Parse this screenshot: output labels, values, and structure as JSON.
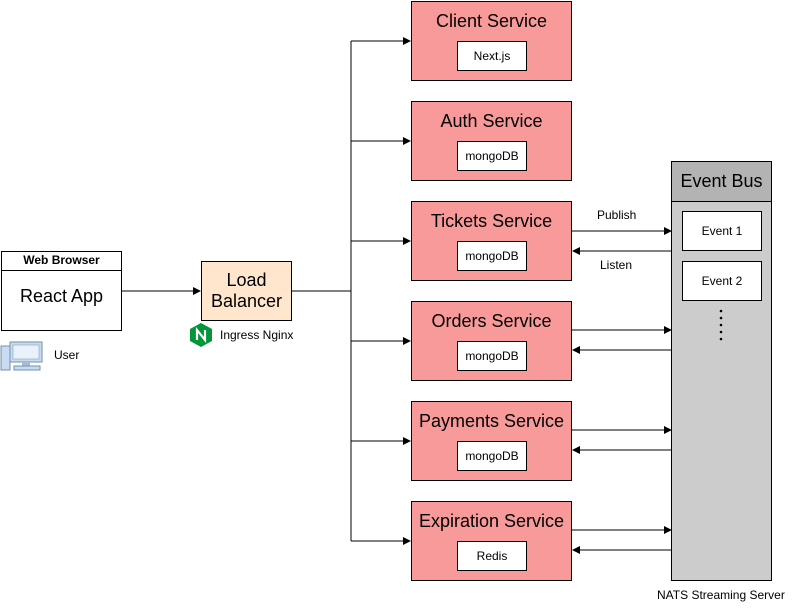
{
  "browser": {
    "header": "Web Browser",
    "app": "React App"
  },
  "user_label": "User",
  "lb": {
    "line1": "Load",
    "line2": "Balancer",
    "ingress": "Ingress Nginx"
  },
  "services": [
    {
      "name": "Client Service",
      "db": "Next.js"
    },
    {
      "name": "Auth Service",
      "db": "mongoDB"
    },
    {
      "name": "Tickets Service",
      "db": "mongoDB"
    },
    {
      "name": "Orders Service",
      "db": "mongoDB"
    },
    {
      "name": "Payments Service",
      "db": "mongoDB"
    },
    {
      "name": "Expiration Service",
      "db": "Redis"
    }
  ],
  "bus": {
    "title": "Event Bus",
    "events": [
      "Event 1",
      "Event 2"
    ],
    "server": "NATS Streaming Server"
  },
  "labels": {
    "publish": "Publish",
    "listen": "Listen"
  },
  "colors": {
    "service": "#f89a9a",
    "loadbalancer": "#ffe6cc",
    "bus": "#cccccc",
    "nginx": "#009639"
  }
}
